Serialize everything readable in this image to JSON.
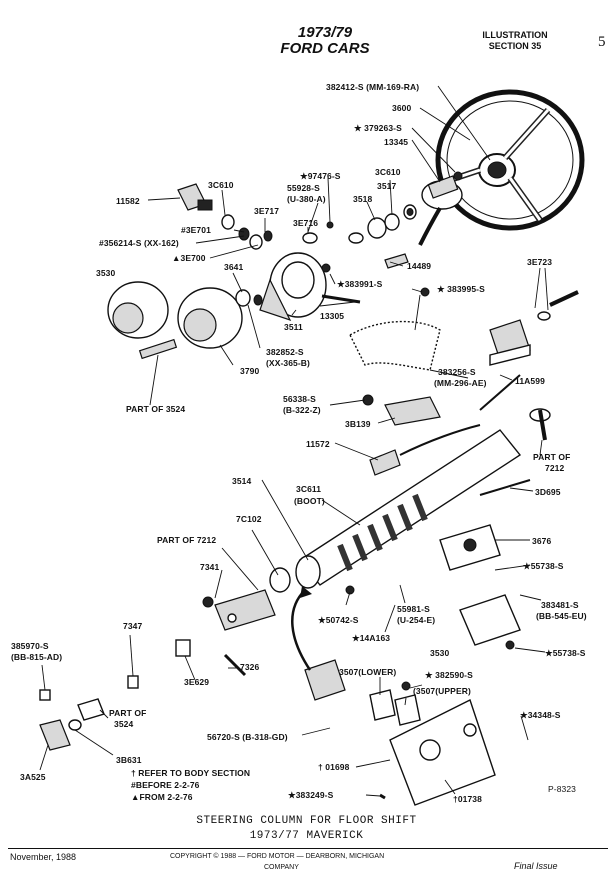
{
  "header": {
    "title_line1": "1973/79",
    "title_line2": "FORD CARS",
    "illustration_line1": "ILLUSTRATION",
    "illustration_line2": "SECTION 35",
    "page_number": "5"
  },
  "callouts": {
    "c382412": "382412-S (MM-169-RA)",
    "c3600": "3600",
    "c379263": "★ 379263-S",
    "c13345": "13345",
    "c11582": "11582",
    "c3C610a": "3C610",
    "c97476": "★97476-S",
    "c55928": "55928-S",
    "c55928b": "(U-380-A)",
    "c3518": "3518",
    "c3517": "3517",
    "c3C610b": "3C610",
    "c3E701": "#3E701",
    "c3E717": "3E717",
    "c3E716": "3E716",
    "c356214": "#356214-S (XX-162)",
    "c3E700": "▲3E700",
    "c3530a": "3530",
    "c3641": "3641",
    "c14489": "14489",
    "c3E723": "3E723",
    "c383991": "★383991-S",
    "c383995": "★ 383995-S",
    "c3511": "3511",
    "c13305": "13305",
    "c382852": "382852-S",
    "c382852b": "(XX-365-B)",
    "c3790": "3790",
    "cPart3524a": "PART OF 3524",
    "c383256": "383256-S",
    "c383256b": "(MM-296-AE)",
    "c11A599": "11A599",
    "c56338": "56338-S",
    "c56338b": "(B-322-Z)",
    "c3B139": "3B139",
    "c11572": "11572",
    "cPart7212a_1": "PART OF",
    "cPart7212a_2": "7212",
    "c3514": "3514",
    "c3C611": "3C611",
    "c3C611b": "(BOOT)",
    "c3D695": "3D695",
    "c7C102": "7C102",
    "cPart7212b": "PART OF 7212",
    "c3676": "3676",
    "c7341": "7341",
    "c55738a": "★55738-S",
    "c50742": "★50742-S",
    "c55981": "55981-S",
    "c55981b": "(U-254-E)",
    "c383481": "383481-S",
    "c383481b": "(BB-545-EU)",
    "c14A163": "★14A163",
    "c7347": "7347",
    "c385970": "385970-S",
    "c385970b": "(BB-815-AD)",
    "c3530b": "3530",
    "c55738b": "★55738-S",
    "c3E629": "3E629",
    "c7326": "7326",
    "c3507L": "3507(LOWER)",
    "c382590": "★ 382590-S",
    "c3507U": "(3507(UPPER)",
    "cPart3524b_1": "PART OF",
    "cPart3524b_2": "3524",
    "c34348": "★34348-S",
    "c56720": "56720-S (B-318-GD)",
    "c3B631": "3B631",
    "c01698": "† 01698",
    "c3A525": "3A525",
    "c383249": "★383249-S",
    "c01738": "†01738",
    "cP8323": "P-8323"
  },
  "notes": {
    "line1": "† REFER TO BODY SECTION",
    "line2": "#BEFORE 2-2-76",
    "line3": "▲FROM 2-2-76"
  },
  "caption": {
    "line1": "STEERING COLUMN FOR FLOOR SHIFT",
    "line2": "1973/77  MAVERICK"
  },
  "footer": {
    "date": "November, 1988",
    "copyright_line1": "COPYRIGHT © 1988  —  FORD MOTOR  —  DEARBORN, MICHIGAN",
    "copyright_line2": "COMPANY",
    "status": "Final Issue"
  }
}
